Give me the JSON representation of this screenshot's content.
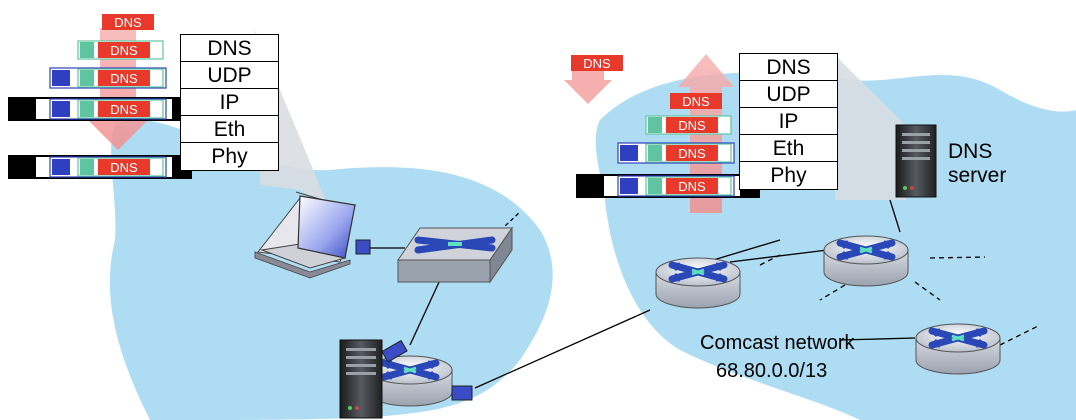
{
  "client_stack": {
    "layers": [
      "DNS",
      "UDP",
      "IP",
      "Eth",
      "Phy"
    ]
  },
  "server_stack": {
    "layers": [
      "DNS",
      "UDP",
      "IP",
      "Eth",
      "Phy"
    ]
  },
  "packet_label": "DNS",
  "dns_server": {
    "label_line1": "DNS",
    "label_line2": "server"
  },
  "comcast": {
    "name": "Comcast network",
    "prefix": "68.80.0.0/13"
  },
  "colors": {
    "cloud": "#aedcf2",
    "dns_header": "#e8392b",
    "udp_header": "#5fc4a0",
    "ip_header": "#2e3fbf",
    "eth_header": "#000000",
    "arrow": "#f4a6a6",
    "router_top": "#c9ced6",
    "router_x": "#2a47b8"
  },
  "icons": [
    "laptop-icon",
    "switch-icon",
    "router-icon",
    "server-icon"
  ]
}
